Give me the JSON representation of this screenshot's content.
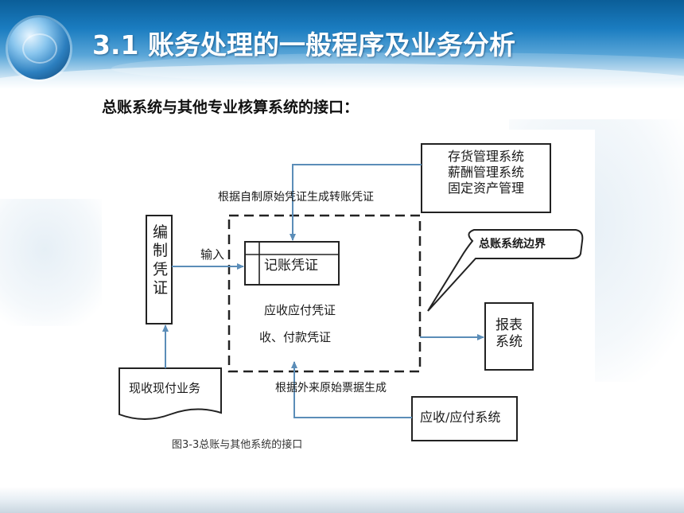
{
  "slide": {
    "title": "3.1 账务处理的一般程序及业务分析",
    "subtitle": "总账系统与其他专业核算系统的接口："
  },
  "diagram": {
    "compile_voucher_chars": [
      "编",
      "制",
      "凭",
      "证"
    ],
    "input_label": "输入",
    "record_voucher": "记账凭证",
    "source_systems": [
      "存货管理系统",
      "薪酬管理系统",
      "固定资产管理"
    ],
    "self_made_label": "根据自制原始凭证生成转账凭证",
    "ar_ap_voucher": "应收应付凭证",
    "receipt_payment_voucher": "收、付款凭证",
    "boundary_callout": "总账系统边界",
    "report_system": [
      "报表",
      "系统"
    ],
    "external_label": "根据外来原始票据生成",
    "ar_ap_system": "应收/应付系统",
    "cash_business": "现收现付业务",
    "caption": "图3-3总账与其他系统的接口"
  },
  "colors": {
    "header_blue": "#1a7cc0",
    "arrow_blue": "#5b8db8",
    "box_border": "#222222"
  },
  "icons": [
    "globe-logo"
  ]
}
